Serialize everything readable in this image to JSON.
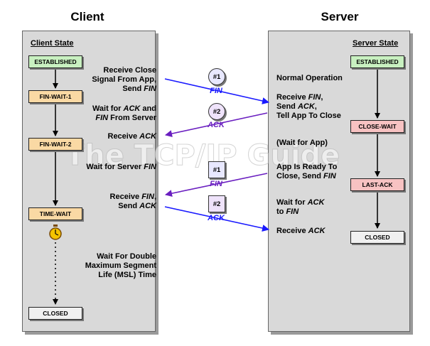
{
  "client": {
    "title": "Client",
    "state_header": "Client State",
    "states": {
      "established": "ESTABLISHED",
      "fin_wait_1": "FIN-WAIT-1",
      "fin_wait_2": "FIN-WAIT-2",
      "time_wait": "TIME-WAIT",
      "closed": "CLOSED"
    },
    "desc": {
      "close_signal": [
        "Receive Close",
        "Signal From App,",
        "Send FIN"
      ],
      "wait_ack_fin": [
        "Wait for ACK and",
        "FIN From Server"
      ],
      "receive_ack": "Receive ACK",
      "wait_server_fin": "Wait for Server FIN",
      "receive_fin_send_ack": [
        "Receive FIN,",
        "Send ACK"
      ],
      "wait_msl": [
        "Wait For Double",
        "Maximum Segment",
        "Life (MSL) Time"
      ]
    }
  },
  "server": {
    "title": "Server",
    "state_header": "Server State",
    "states": {
      "established": "ESTABLISHED",
      "close_wait": "CLOSE-WAIT",
      "last_ack": "LAST-ACK",
      "closed": "CLOSED"
    },
    "desc": {
      "normal_op": "Normal Operation",
      "receive_fin": [
        "Receive FIN,",
        "Send ACK,",
        "Tell App To Close"
      ],
      "wait_app": "(Wait for App)",
      "app_ready": [
        "App Is Ready To",
        "Close, Send FIN"
      ],
      "wait_ack_fin": [
        "Wait for ACK",
        "to FIN"
      ],
      "receive_ack": "Receive ACK"
    }
  },
  "messages": [
    {
      "badge": "#1",
      "label": "FIN"
    },
    {
      "badge": "#2",
      "label": "ACK"
    },
    {
      "badge": "#1",
      "label": "FIN"
    },
    {
      "badge": "#2",
      "label": "ACK"
    }
  ],
  "watermark": "The TCP/IP Guide",
  "colors": {
    "panel": "#d9d9d9",
    "fin_arrow": "#1a1aff",
    "ack_arrow": "#6a1fc0",
    "established": "#c8f0c0",
    "fin_wait": "#fad9a4",
    "close_wait": "#f7c2c2",
    "closed": "#f0f0f0"
  }
}
